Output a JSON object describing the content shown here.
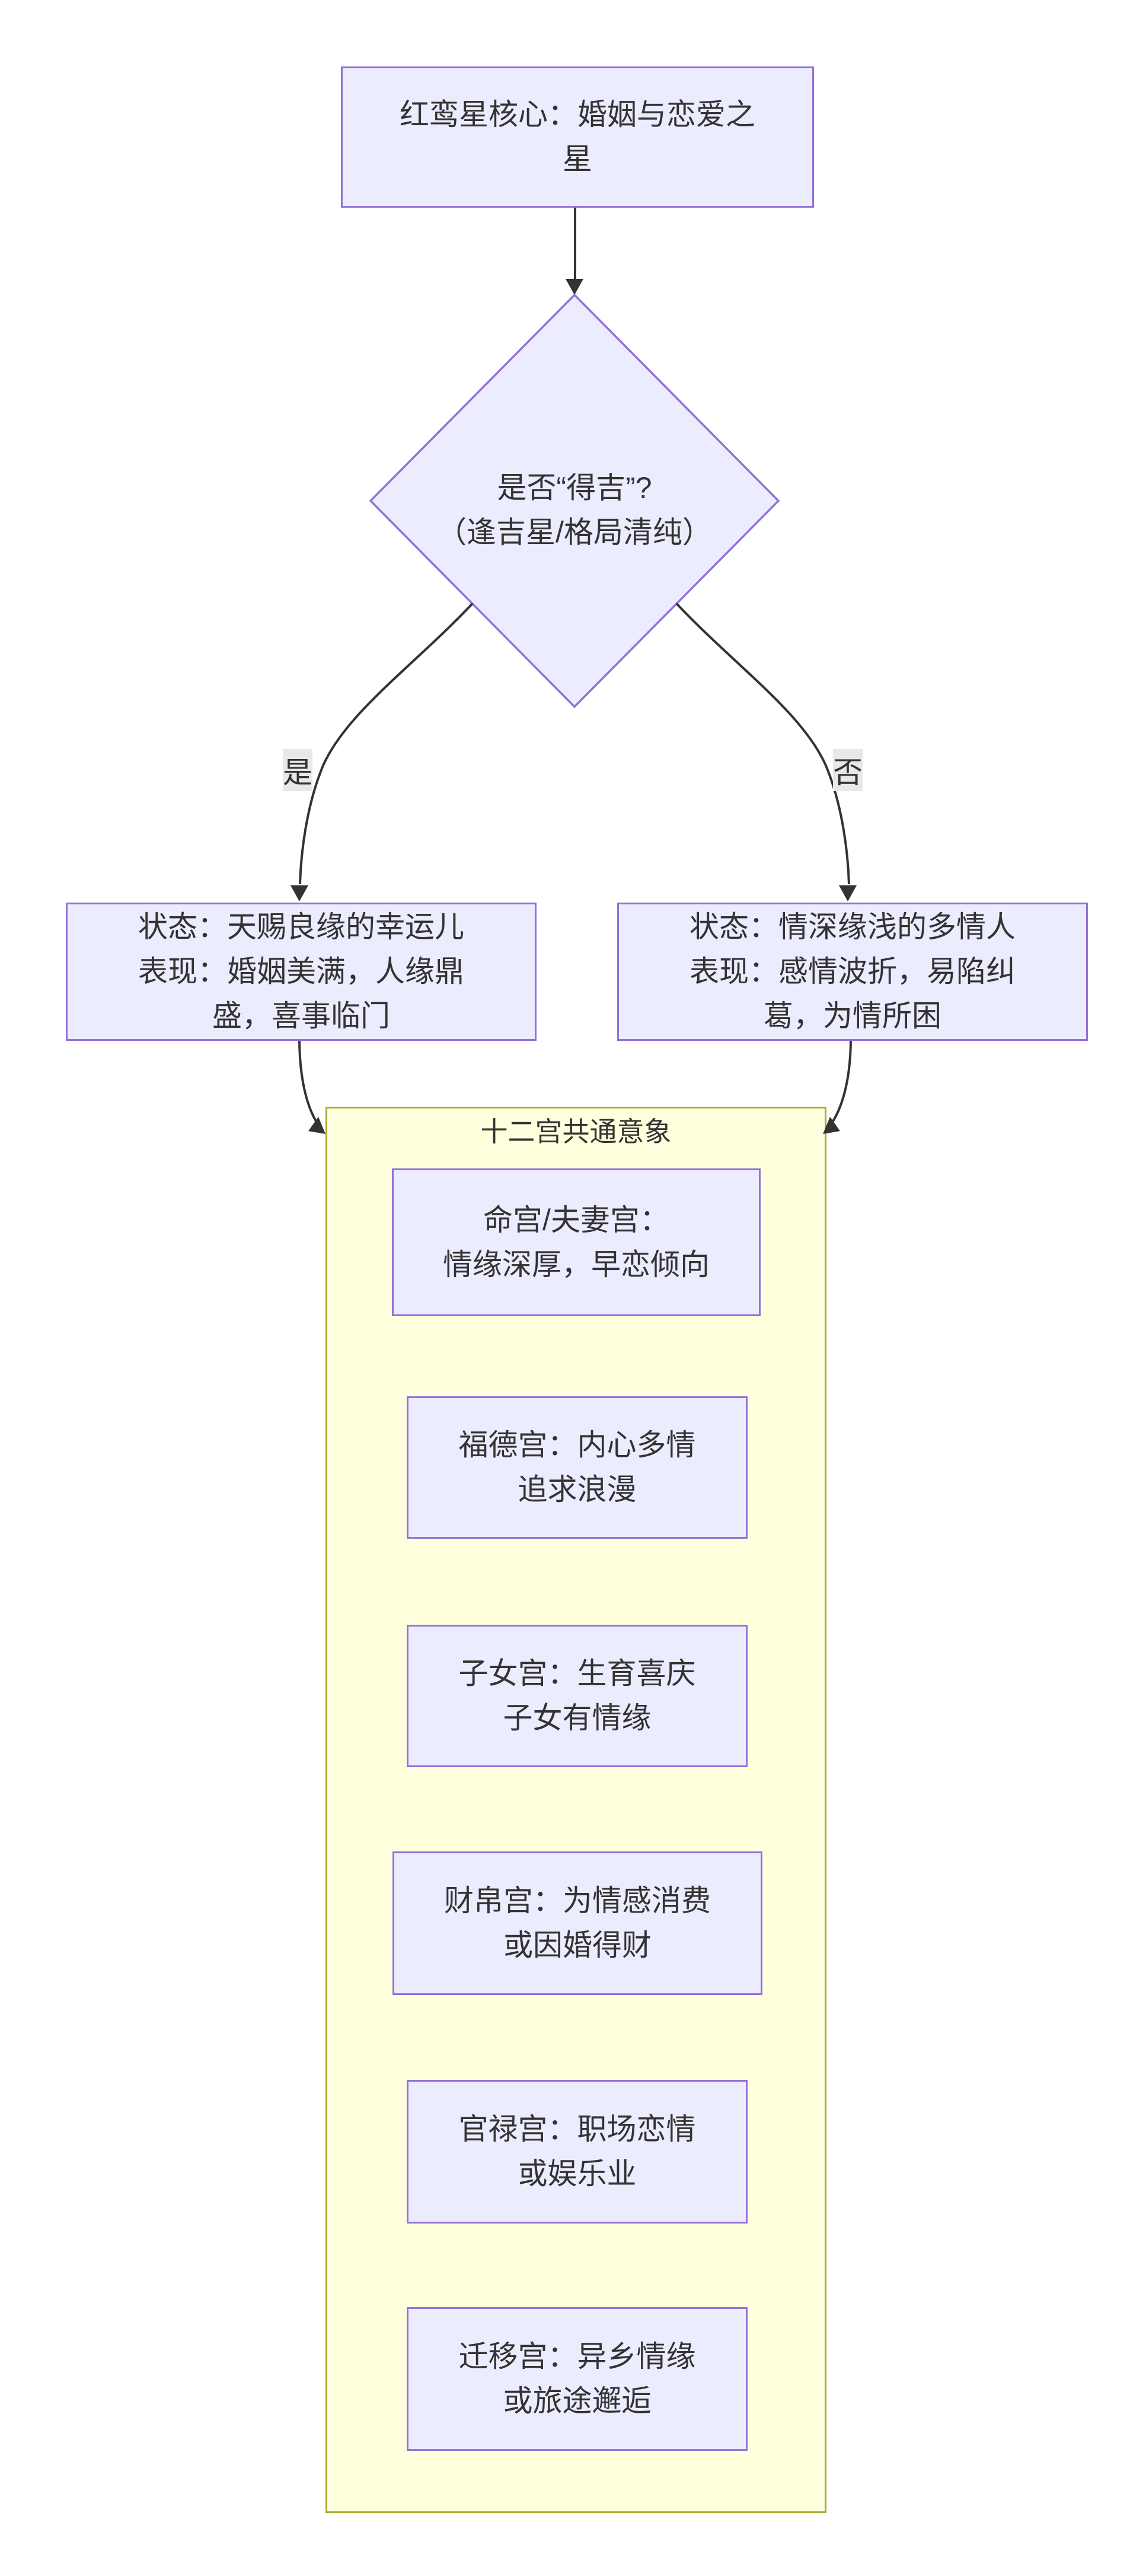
{
  "colors": {
    "node_fill": "#ECECFF",
    "node_border": "#9370DB",
    "cluster_fill": "#FFFFDE",
    "cluster_border": "#AAAA33",
    "edge": "#333333",
    "text": "#333333",
    "edge_label_bg": "#E8E8E8",
    "background": "#FFFFFF"
  },
  "flowchart": {
    "root": {
      "lines": [
        "红鸾星核心：婚姻与恋爱之",
        "星"
      ]
    },
    "decision": {
      "lines": [
        "是否“得吉”?",
        "（逢吉星/格局清纯）"
      ]
    },
    "edge_labels": {
      "yes": "是",
      "no": "否"
    },
    "lucky": {
      "lines": [
        "状态：天赐良缘的幸运儿",
        "表现：婚姻美满，人缘鼎",
        "盛，喜事临门"
      ]
    },
    "unlucky": {
      "lines": [
        "状态：情深缘浅的多情人",
        "表现：感情波折，易陷纠",
        "葛，为情所困"
      ]
    },
    "cluster": {
      "title": "十二宫共通意象",
      "palaces": [
        {
          "lines": [
            "命宫/夫妻宫：",
            "情缘深厚，早恋倾向"
          ]
        },
        {
          "lines": [
            "福德宫：内心多情",
            "追求浪漫"
          ]
        },
        {
          "lines": [
            "子女宫：生育喜庆",
            "子女有情缘"
          ]
        },
        {
          "lines": [
            "财帛宫：为情感消费",
            "或因婚得财"
          ]
        },
        {
          "lines": [
            "官禄宫：职场恋情",
            "或娱乐业"
          ]
        },
        {
          "lines": [
            "迁移宫：异乡情缘",
            "或旅途邂逅"
          ]
        }
      ]
    }
  }
}
